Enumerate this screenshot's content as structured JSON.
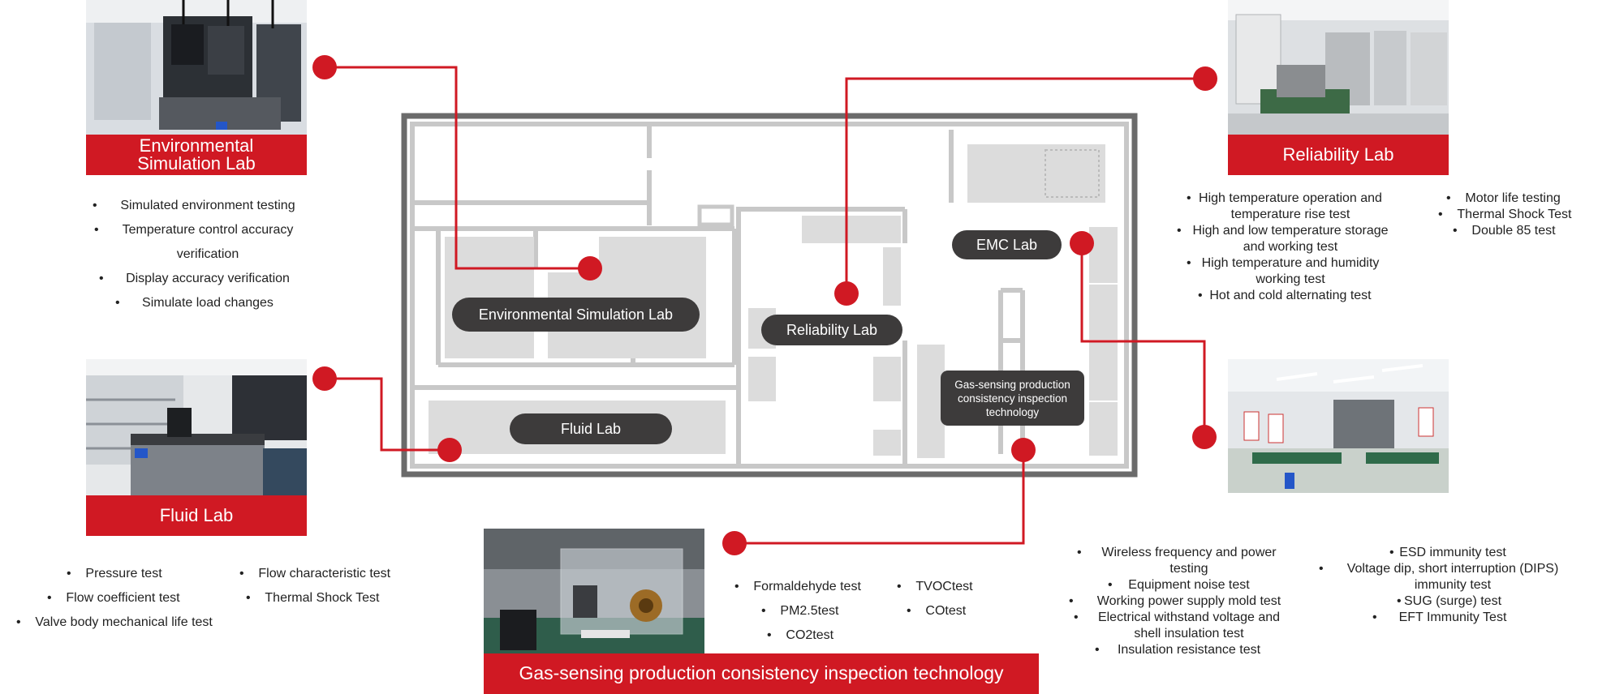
{
  "labels": {
    "env_title": "Environmental Simulation Lab",
    "env_title_l1": "Environmental",
    "env_title_l2": "Simulation Lab",
    "reliability_title": "Reliability Lab",
    "fluid_title": "Fluid Lab",
    "gas_title": "Gas-sensing production consistency inspection technology",
    "emc_pill": "EMC Lab",
    "gas_pill_l1": "Gas-sensing production",
    "gas_pill_l2": "consistency inspection",
    "gas_pill_l3": "technology"
  },
  "env_tests": [
    "Simulated environment testing",
    "Temperature control accuracy",
    "verification",
    "Display accuracy verification",
    "Simulate load changes"
  ],
  "reliability_tests": [
    "High temperature operation and",
    "temperature rise test",
    "High and low temperature storage",
    "and working test",
    "High temperature and humidity",
    "working test",
    "Hot and cold alternating test"
  ],
  "reliability_tests_2": [
    "Motor life testing",
    "Thermal Shock Test",
    "Double 85 test"
  ],
  "fluid_tests": [
    "Pressure test",
    "Flow coefficient test",
    "Valve body mechanical life test"
  ],
  "fluid_tests_2": [
    "Flow characteristic test",
    "Thermal Shock Test"
  ],
  "gas_tests": [
    "Formaldehyde test",
    "PM2.5test",
    "CO2test"
  ],
  "gas_tests_2": [
    "TVOCtest",
    "COtest"
  ],
  "emc_tests": [
    "Wireless frequency and power",
    "testing",
    "Equipment noise test",
    "Working power supply mold test",
    "Electrical withstand voltage and",
    "shell insulation test",
    "Insulation resistance test"
  ],
  "emc_tests_2": [
    "ESD immunity test",
    "Voltage dip, short interruption (DIPS)",
    "immunity test",
    "SUG (surge) test",
    "EFT Immunity Test"
  ],
  "colors": {
    "accent": "#d01923",
    "pill": "#3d3b3b",
    "wall": "#6b6b6b",
    "room": "#dcdcdc"
  }
}
